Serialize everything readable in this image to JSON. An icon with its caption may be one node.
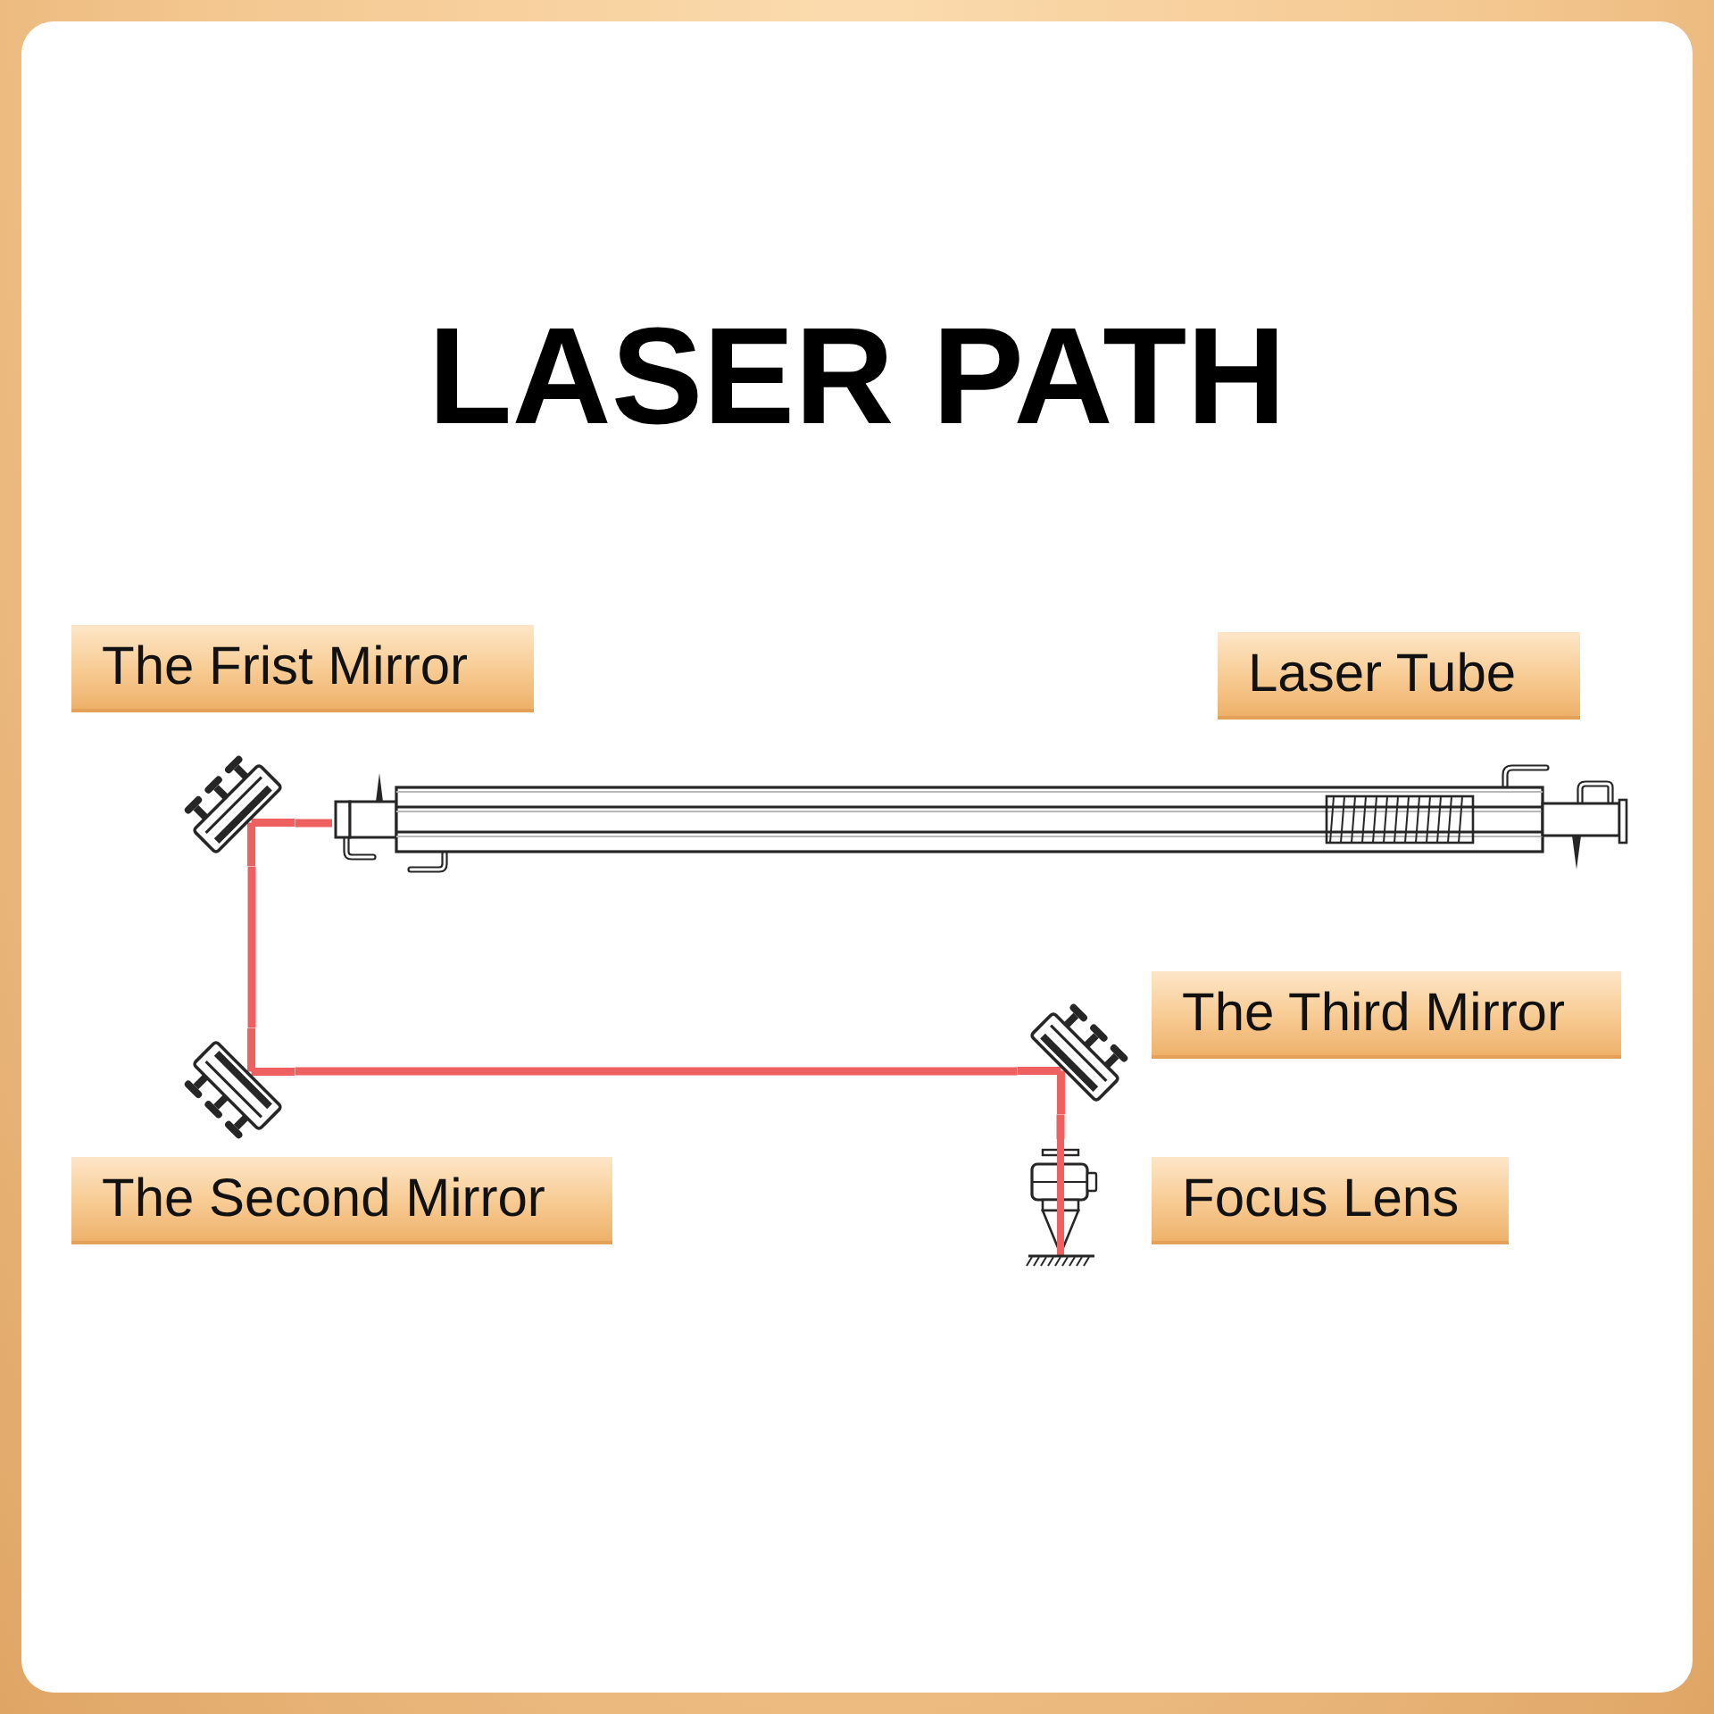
{
  "diagram": {
    "title": "LASER PATH",
    "nodes": [
      {
        "text": [
          "The Frist Mirror"
        ]
      },
      {
        "text": [
          "Laser Tube"
        ]
      },
      {
        "text": [
          "The Third Mirror"
        ]
      },
      {
        "text": [
          "The Second Mirror"
        ]
      },
      {
        "text": [
          "Focus Lens"
        ]
      },
      {
        "text": [],
        "shape": "picture"
      },
      {
        "text": [],
        "shape": "picture"
      },
      {
        "text": [],
        "shape": "picture"
      },
      {
        "text": [],
        "shape": "picture"
      },
      {
        "text": [],
        "shape": "picture"
      }
    ],
    "edges": [
      {
        "from": 5,
        "to": 6,
        "arrow": "none"
      },
      {
        "from": 6,
        "to": 7,
        "arrow": "none"
      },
      {
        "from": 7,
        "to": 8,
        "arrow": "none"
      },
      {
        "from": 8,
        "to": 9,
        "arrow": "none"
      }
    ]
  }
}
